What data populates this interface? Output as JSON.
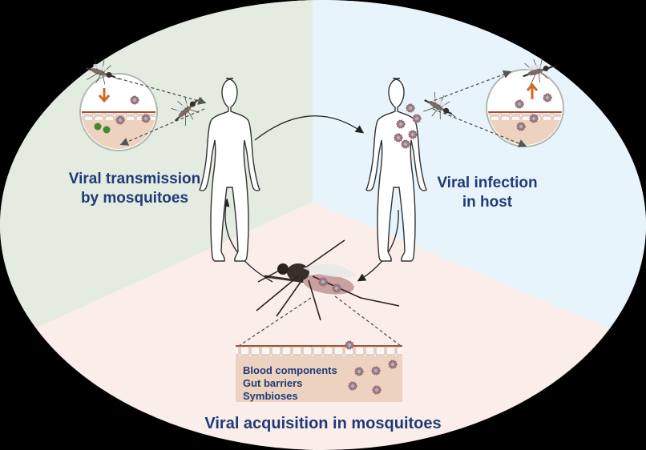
{
  "sections": {
    "transmission": {
      "line1": "Viral  transmission",
      "line2": "by mosquitoes",
      "color": "#e4ebe0"
    },
    "infection": {
      "line1": "Viral infection",
      "line2": "in host",
      "color": "#e8f4fb"
    },
    "acquisition": {
      "label": "Viral acquisition in mosquitoes",
      "color": "#fbeeea"
    }
  },
  "gut_factors": [
    "Blood components",
    "Gut barriers",
    "Symbioses"
  ],
  "colors": {
    "text": "#1f3a78",
    "arrow_down": "#d2691e",
    "arrow_up": "#d2691e",
    "virus": "#8a7f88",
    "gut_cell": "#9c6a55"
  },
  "icons": [
    "human-body-icon",
    "mosquito-icon",
    "virus-icon",
    "skin-zoom-icon",
    "gut-tissue-icon"
  ]
}
